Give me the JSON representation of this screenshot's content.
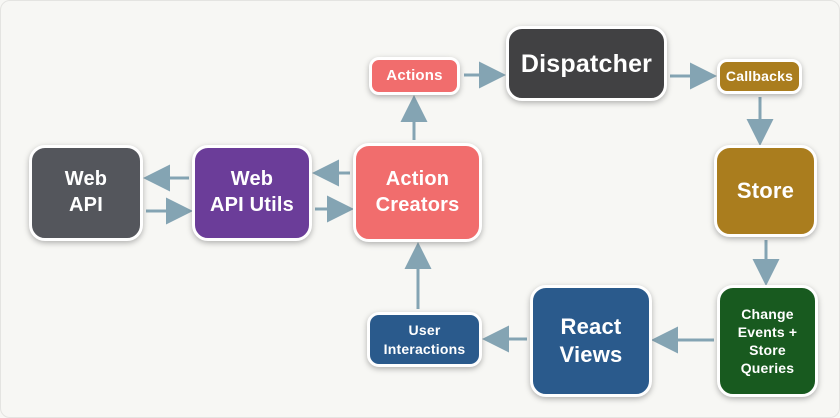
{
  "diagram": {
    "name": "flux-data-flow-diagram",
    "colors": {
      "background": "#f7f7f4",
      "arrow": "#84a4b3",
      "node_border": "#ffffff",
      "node_text": "#ffffff"
    },
    "nodes": {
      "web_api": {
        "lines": [
          "Web",
          "API"
        ],
        "color": "#54565c"
      },
      "web_api_utils": {
        "lines": [
          "Web",
          "API Utils"
        ],
        "color": "#6b3d99"
      },
      "action_creators": {
        "lines": [
          "Action",
          "Creators"
        ],
        "color": "#f16d6d"
      },
      "actions": {
        "lines": [
          "Actions"
        ],
        "color": "#f16d6d"
      },
      "dispatcher": {
        "lines": [
          "Dispatcher"
        ],
        "color": "#414143"
      },
      "callbacks": {
        "lines": [
          "Callbacks"
        ],
        "color": "#aa7d1e"
      },
      "store": {
        "lines": [
          "Store"
        ],
        "color": "#aa7d1e"
      },
      "change_events": {
        "lines": [
          "Change",
          "Events +",
          "Store",
          "Queries"
        ],
        "color": "#185a1f"
      },
      "react_views": {
        "lines": [
          "React",
          "Views"
        ],
        "color": "#2a5a8c"
      },
      "user_interactions": {
        "lines": [
          "User",
          "Interactions"
        ],
        "color": "#2a5a8c"
      }
    },
    "edges": [
      {
        "from": "actions",
        "to": "dispatcher"
      },
      {
        "from": "dispatcher",
        "to": "callbacks"
      },
      {
        "from": "callbacks",
        "to": "store"
      },
      {
        "from": "store",
        "to": "change_events"
      },
      {
        "from": "change_events",
        "to": "react_views"
      },
      {
        "from": "react_views",
        "to": "user_interactions"
      },
      {
        "from": "user_interactions",
        "to": "action_creators"
      },
      {
        "from": "action_creators",
        "to": "actions"
      },
      {
        "from": "action_creators",
        "to": "web_api_utils"
      },
      {
        "from": "web_api_utils",
        "to": "action_creators"
      },
      {
        "from": "web_api_utils",
        "to": "web_api"
      },
      {
        "from": "web_api",
        "to": "web_api_utils"
      }
    ]
  }
}
